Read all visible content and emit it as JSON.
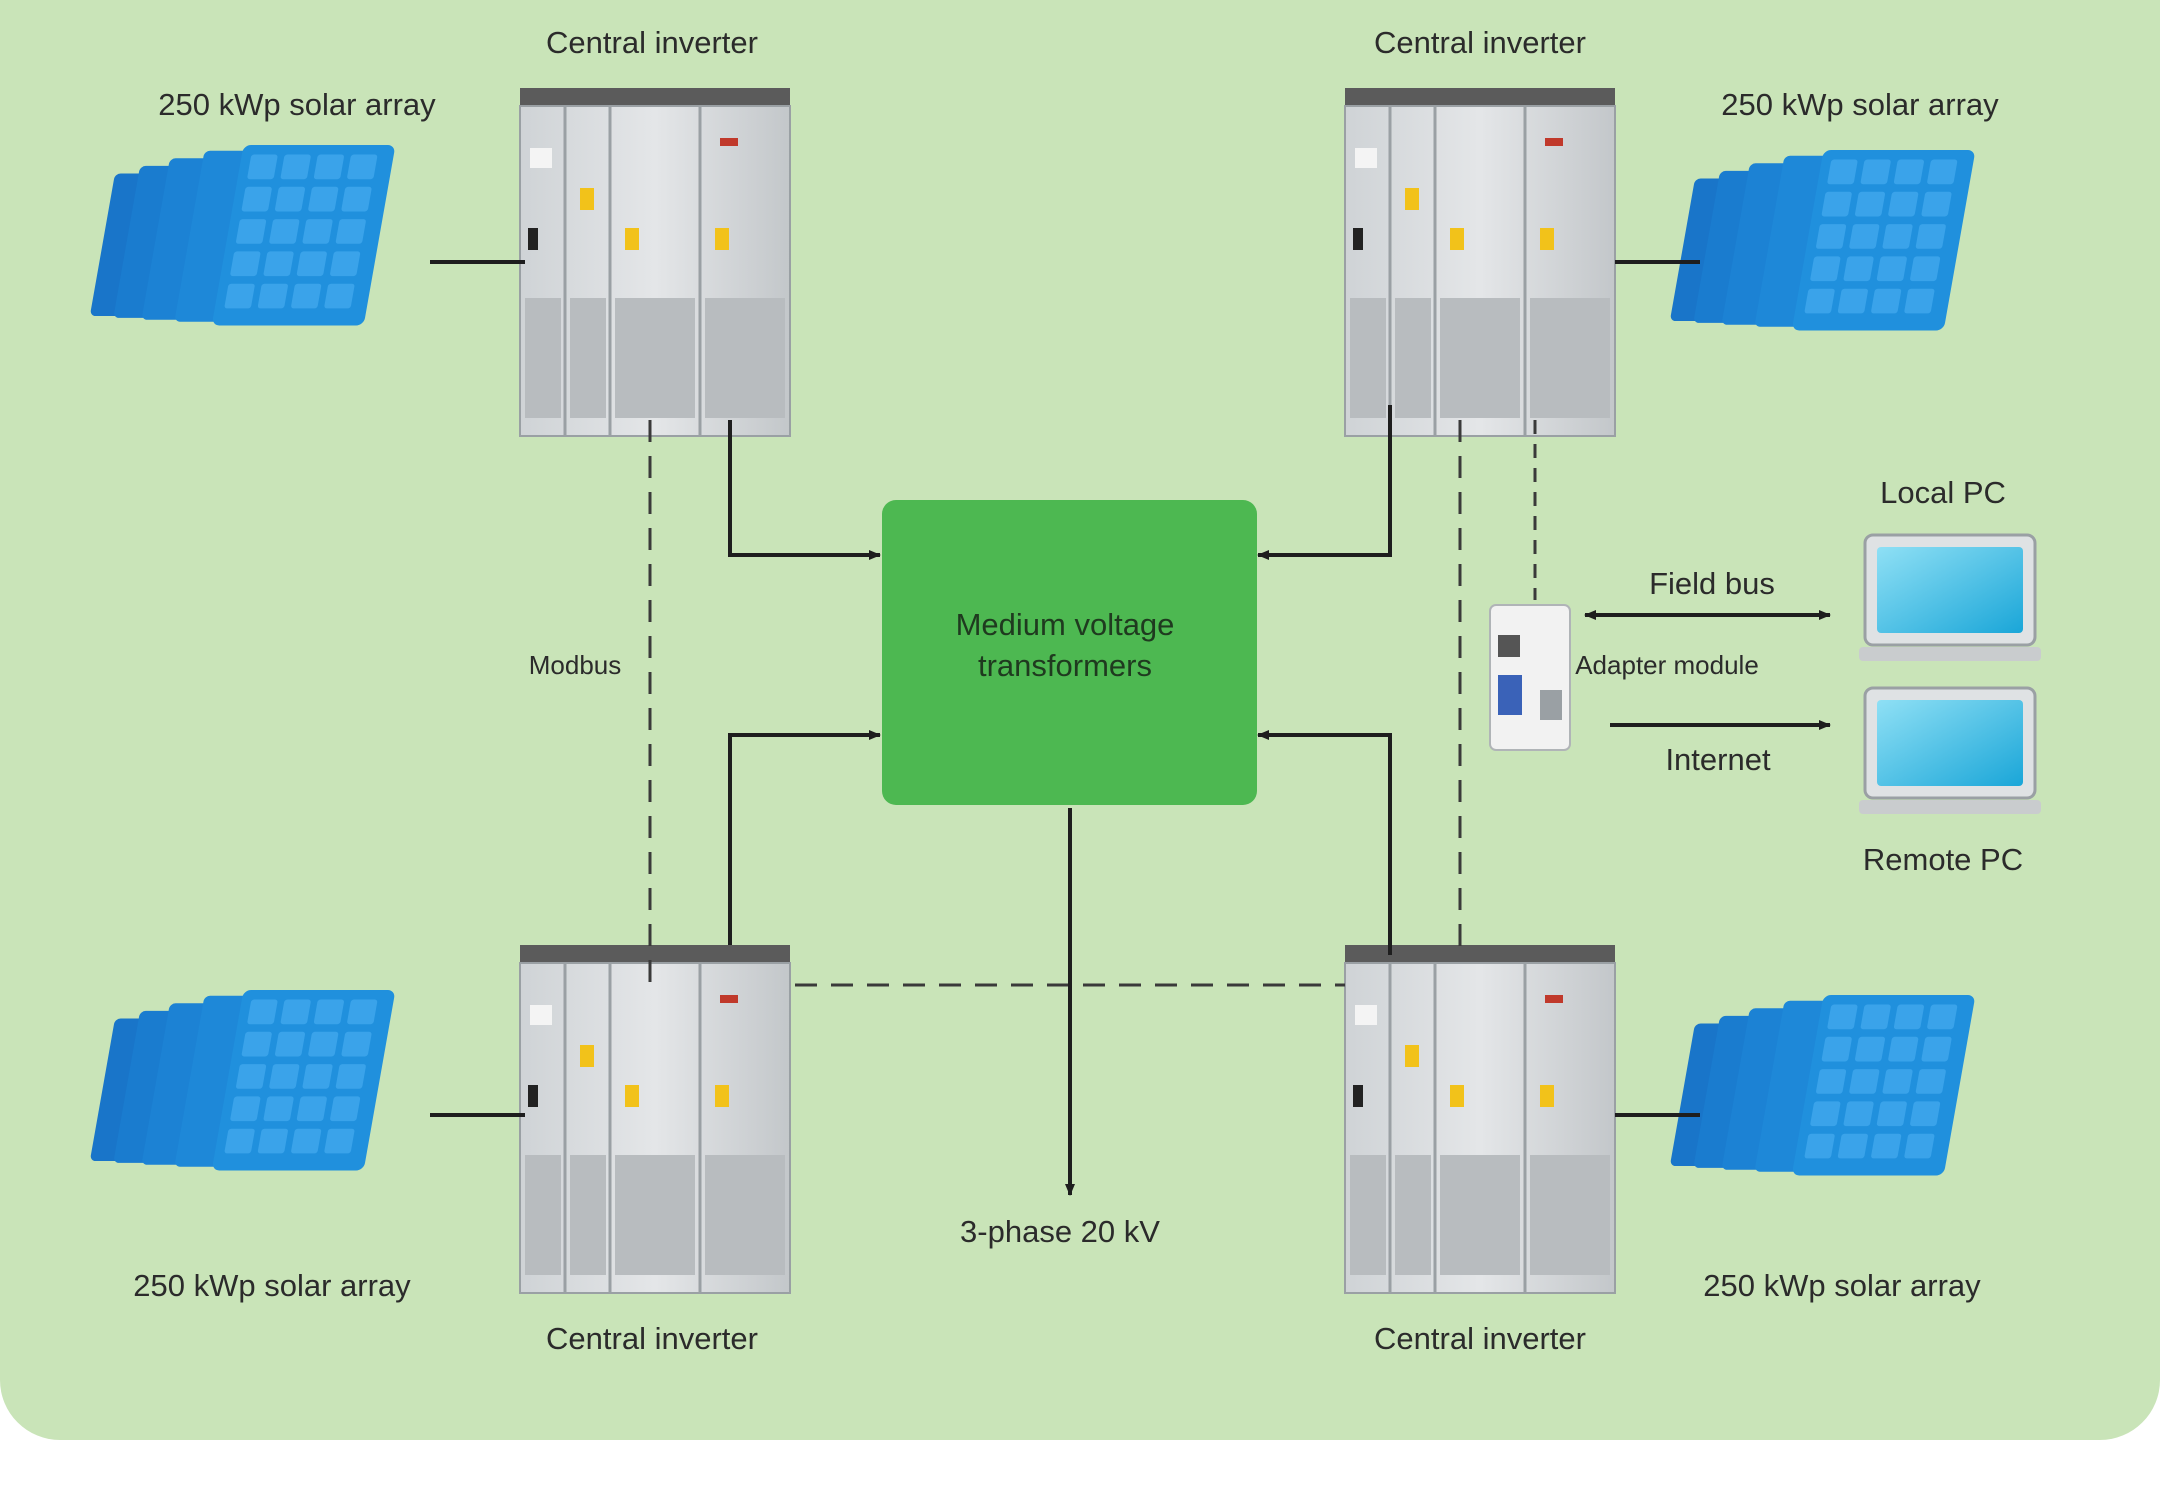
{
  "diagram": {
    "background_color": "#c9e4b8",
    "hub_color": "#4db851",
    "panel_color": "#1e88d8",
    "labels": {
      "inverter_top_left": "Central inverter",
      "inverter_top_right": "Central inverter",
      "inverter_bottom_left": "Central inverter",
      "inverter_bottom_right": "Central inverter",
      "array_top_left": "250 kWp solar array",
      "array_top_right": "250 kWp solar array",
      "array_bottom_left": "250 kWp solar array",
      "array_bottom_right": "250 kWp solar array",
      "hub_line1": "Medium voltage",
      "hub_line2": "transformers",
      "modbus": "Modbus",
      "adapter_module": "Adapter module",
      "field_bus": "Field bus",
      "internet": "Internet",
      "local_pc": "Local PC",
      "remote_pc": "Remote PC",
      "output": "3-phase 20 kV"
    },
    "icons": {
      "solar_array": "solar-panel-icon",
      "inverter": "inverter-cabinet-icon",
      "adapter": "adapter-module-icon",
      "pc": "laptop-icon"
    }
  }
}
